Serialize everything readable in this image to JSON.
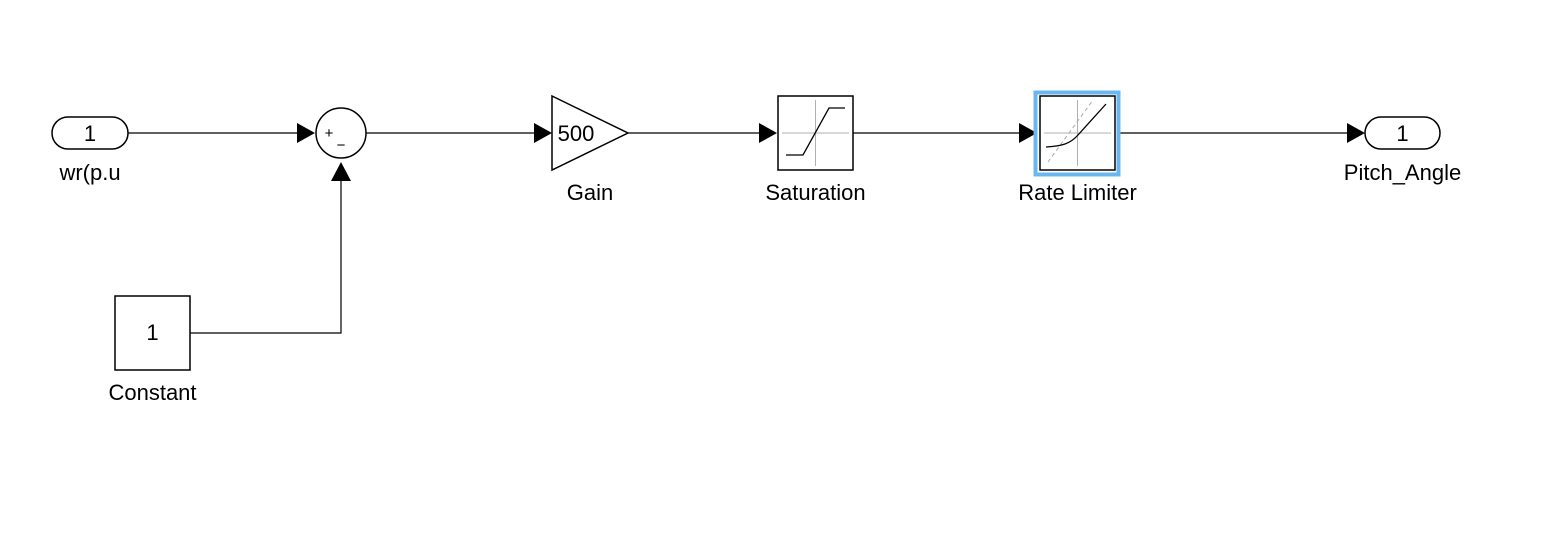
{
  "inport": {
    "number": "1",
    "label": "wr(p.u"
  },
  "constant": {
    "value": "1",
    "label": "Constant"
  },
  "sum": {
    "plus_sign": "+",
    "minus_sign": "−"
  },
  "gain": {
    "value": "500",
    "label": "Gain"
  },
  "saturation": {
    "label": "Saturation"
  },
  "rate_limiter": {
    "label": "Rate Limiter",
    "selected": true,
    "highlight_color": "#6ab7f0"
  },
  "outport": {
    "number": "1",
    "label": "Pitch_Angle"
  }
}
